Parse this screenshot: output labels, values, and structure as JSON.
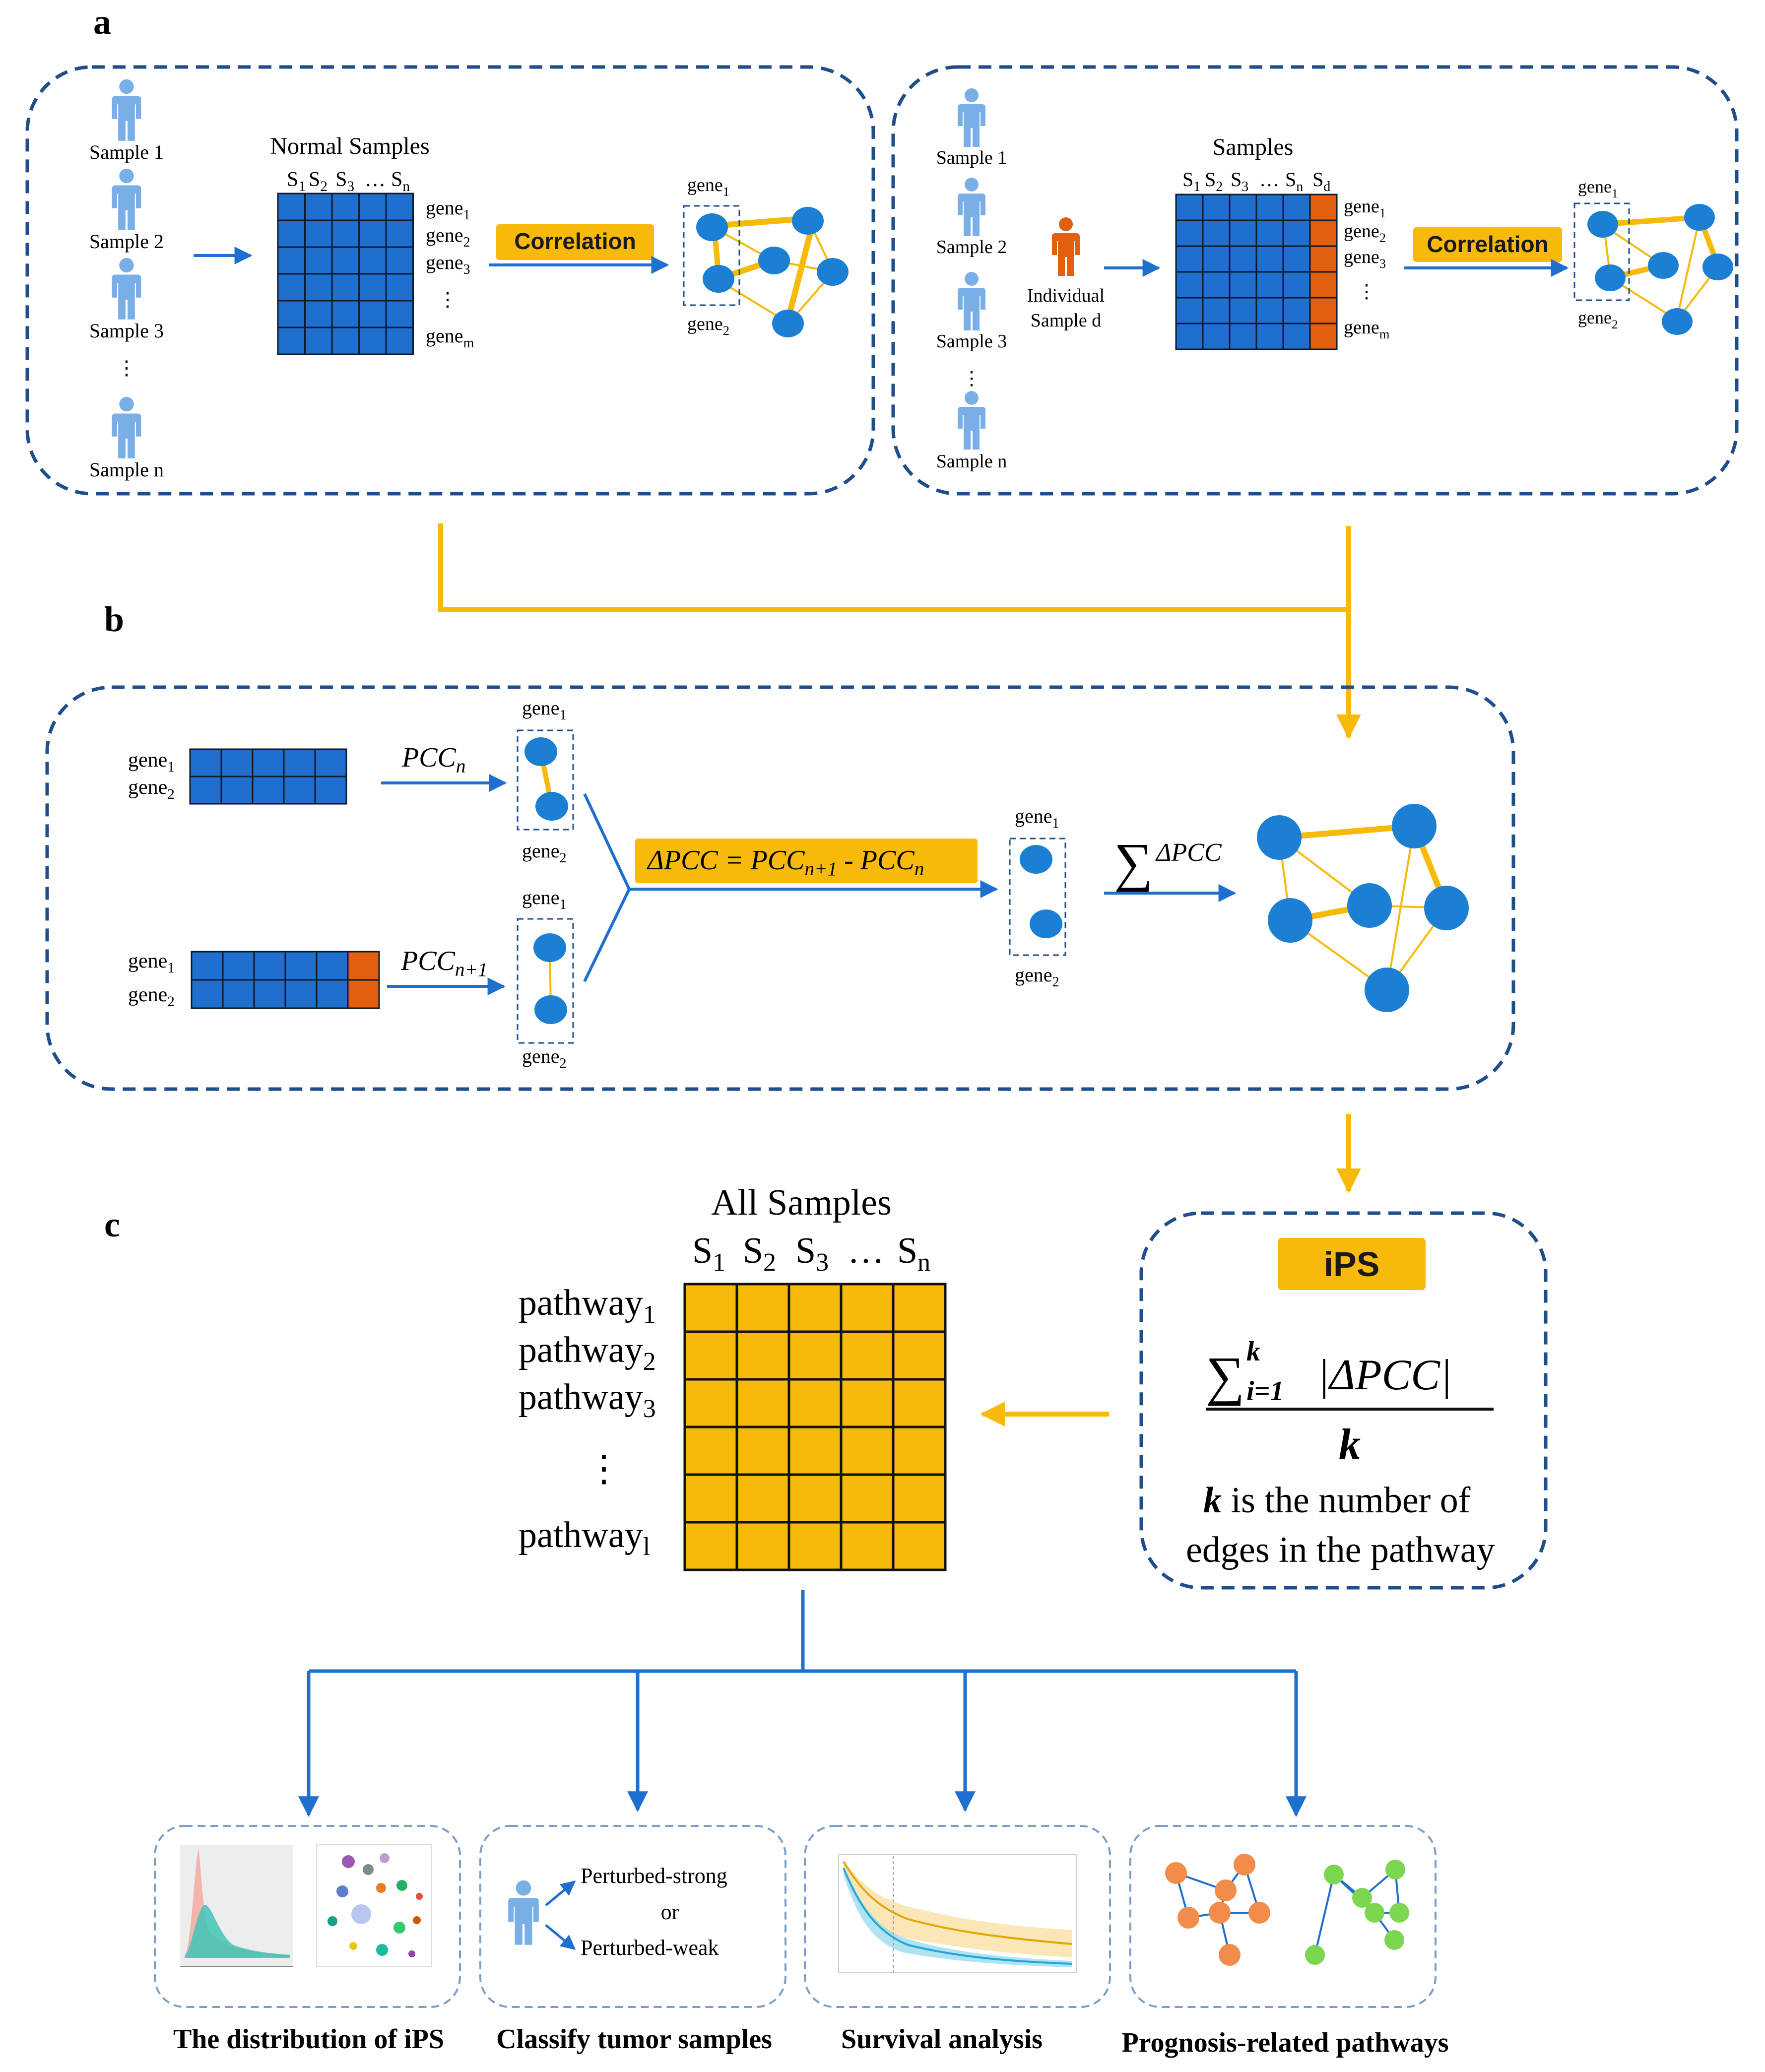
{
  "colors": {
    "blue": "#1f6fcf",
    "node_blue": "#1b7fd4",
    "person_blue": "#7aaee6",
    "orange": "#e0600f",
    "gold": "#f7b90a",
    "frame": "#1e4e8c",
    "light_frame": "#7b9ec9"
  },
  "panel_labels": {
    "a": "a",
    "b": "b",
    "c": "c"
  },
  "panel_a_left": {
    "samples": [
      "Sample 1",
      "Sample 2",
      "Sample 3",
      "Sample n"
    ],
    "vdots": "⋮",
    "matrix_title": "Normal Samples",
    "columns": [
      "S",
      "S",
      "S",
      "…",
      "S"
    ],
    "column_subs": [
      "1",
      "2",
      "3",
      "",
      "n"
    ],
    "rows": [
      "gene",
      "gene",
      "gene",
      "⋮",
      "gene"
    ],
    "row_subs": [
      "1",
      "2",
      "3",
      "",
      "m"
    ],
    "correlation": "Correlation",
    "net_gene_top": "gene",
    "net_gene_top_sub": "1",
    "net_gene_bottom": "gene",
    "net_gene_bottom_sub": "2"
  },
  "panel_a_right": {
    "samples": [
      "Sample 1",
      "Sample 2",
      "Sample 3",
      "Sample n"
    ],
    "vdots": "⋮",
    "individual_line1": "Individual",
    "individual_line2": "Sample d",
    "matrix_title": "Samples",
    "columns": [
      "S",
      "S",
      "S",
      "…",
      "S",
      "S"
    ],
    "column_subs": [
      "1",
      "2",
      "3",
      "",
      "n",
      "d"
    ],
    "rows": [
      "gene",
      "gene",
      "gene",
      "⋮",
      "gene"
    ],
    "row_subs": [
      "1",
      "2",
      "3",
      "",
      "m"
    ],
    "correlation": "Correlation",
    "net_gene_top": "gene",
    "net_gene_top_sub": "1",
    "net_gene_bottom": "gene",
    "net_gene_bottom_sub": "2"
  },
  "panel_b": {
    "gene": "gene",
    "sub1": "1",
    "sub2": "2",
    "pcc": "PCC",
    "pcc_n_sub": "n",
    "pcc_n1_sub": "n+1",
    "delta_formula_a": "ΔPCC = PCC",
    "delta_formula_sub1": "n+1",
    "delta_formula_b": " - PCC",
    "delta_formula_sub2": "n",
    "sum_symbol": "∑",
    "sum_label": "ΔPCC"
  },
  "ips_box": {
    "title": "iPS",
    "numerator_sum": "∑",
    "numerator_sup": "k",
    "numerator_sub": "i=1",
    "numerator_body": "|ΔPCC|",
    "denominator": "k",
    "note_var": "k",
    "note_line1": " is the number of",
    "note_line2": "edges in the pathway"
  },
  "panel_c": {
    "title": "All Samples",
    "columns": [
      "S",
      "S",
      "S",
      "…",
      "S"
    ],
    "column_subs": [
      "1",
      "2",
      "3",
      "",
      "n"
    ],
    "rows": [
      "pathway",
      "pathway",
      "pathway",
      "⋮",
      "pathway"
    ],
    "row_subs": [
      "1",
      "2",
      "3",
      "",
      "l"
    ]
  },
  "outputs": {
    "labels": [
      "The distribution of iPS",
      "Classify tumor samples",
      "Survival analysis",
      "Prognosis-related pathways"
    ],
    "classify": {
      "strong": "Perturbed-strong",
      "or": "or",
      "weak": "Perturbed-weak"
    }
  }
}
